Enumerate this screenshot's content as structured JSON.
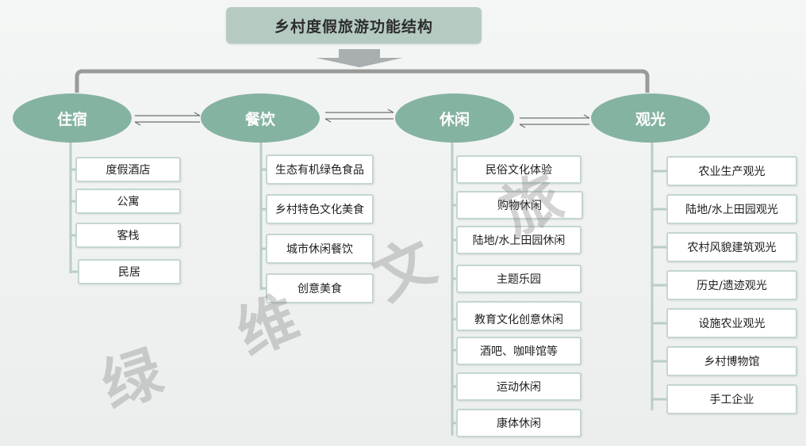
{
  "title": "乡村度假旅游功能结构",
  "categories": [
    {
      "name": "住宿",
      "items": [
        "度假酒店",
        "公寓",
        "客栈",
        "民居"
      ]
    },
    {
      "name": "餐饮",
      "items": [
        "生态有机绿色食品",
        "乡村特色文化美食",
        "城市休闲餐饮",
        "创意美食"
      ]
    },
    {
      "name": "休闲",
      "items": [
        "民俗文化体验",
        "购物休闲",
        "陆地/水上田园休闲",
        "主题乐园",
        "教育文化创意休闲",
        "酒吧、咖啡馆等",
        "运动休闲",
        "康体休闲"
      ]
    },
    {
      "name": "观光",
      "items": [
        "农业生产观光",
        "陆地/水上田园观光",
        "农村风貌建筑观光",
        "历史/遗迹观光",
        "设施农业观光",
        "乡村博物馆",
        "手工企业"
      ]
    }
  ],
  "watermark": [
    "绿",
    "维",
    "文",
    "旅"
  ],
  "colors": {
    "ellipse": "#85b3a1",
    "title_box": "#b5cbc2",
    "item_border": "#c3d6cf",
    "connector": "#9a9a9a"
  }
}
